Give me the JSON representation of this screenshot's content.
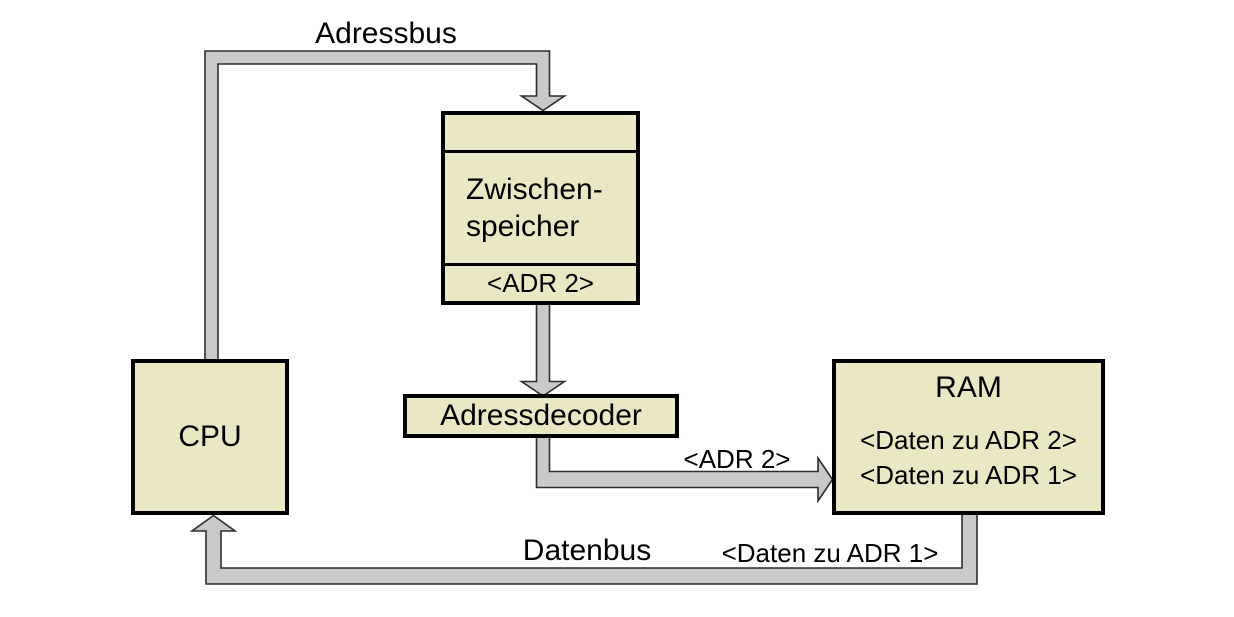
{
  "colors": {
    "background": "#ffffff",
    "box_fill": "#eae8c4",
    "box_border": "#000000",
    "bus_fill": "#c9c9c9",
    "bus_outline": "#2e2e2e",
    "text": "#000000"
  },
  "nodes": {
    "cpu": {
      "label": "CPU"
    },
    "zwischenspeicher": {
      "label_line1": "Zwischen-",
      "label_line2": "speicher",
      "register_value": "<ADR 2>"
    },
    "adressdecoder": {
      "label": "Adressdecoder"
    },
    "ram": {
      "title": "RAM",
      "rows": [
        "<Daten zu ADR 2>",
        "<Daten zu ADR 1>"
      ]
    }
  },
  "buses": {
    "adressbus": {
      "label": "Adressbus"
    },
    "datenbus": {
      "label": "Datenbus",
      "annotation": "<Daten zu ADR 1>"
    },
    "decoder_to_ram": {
      "annotation": "<ADR 2>"
    }
  }
}
